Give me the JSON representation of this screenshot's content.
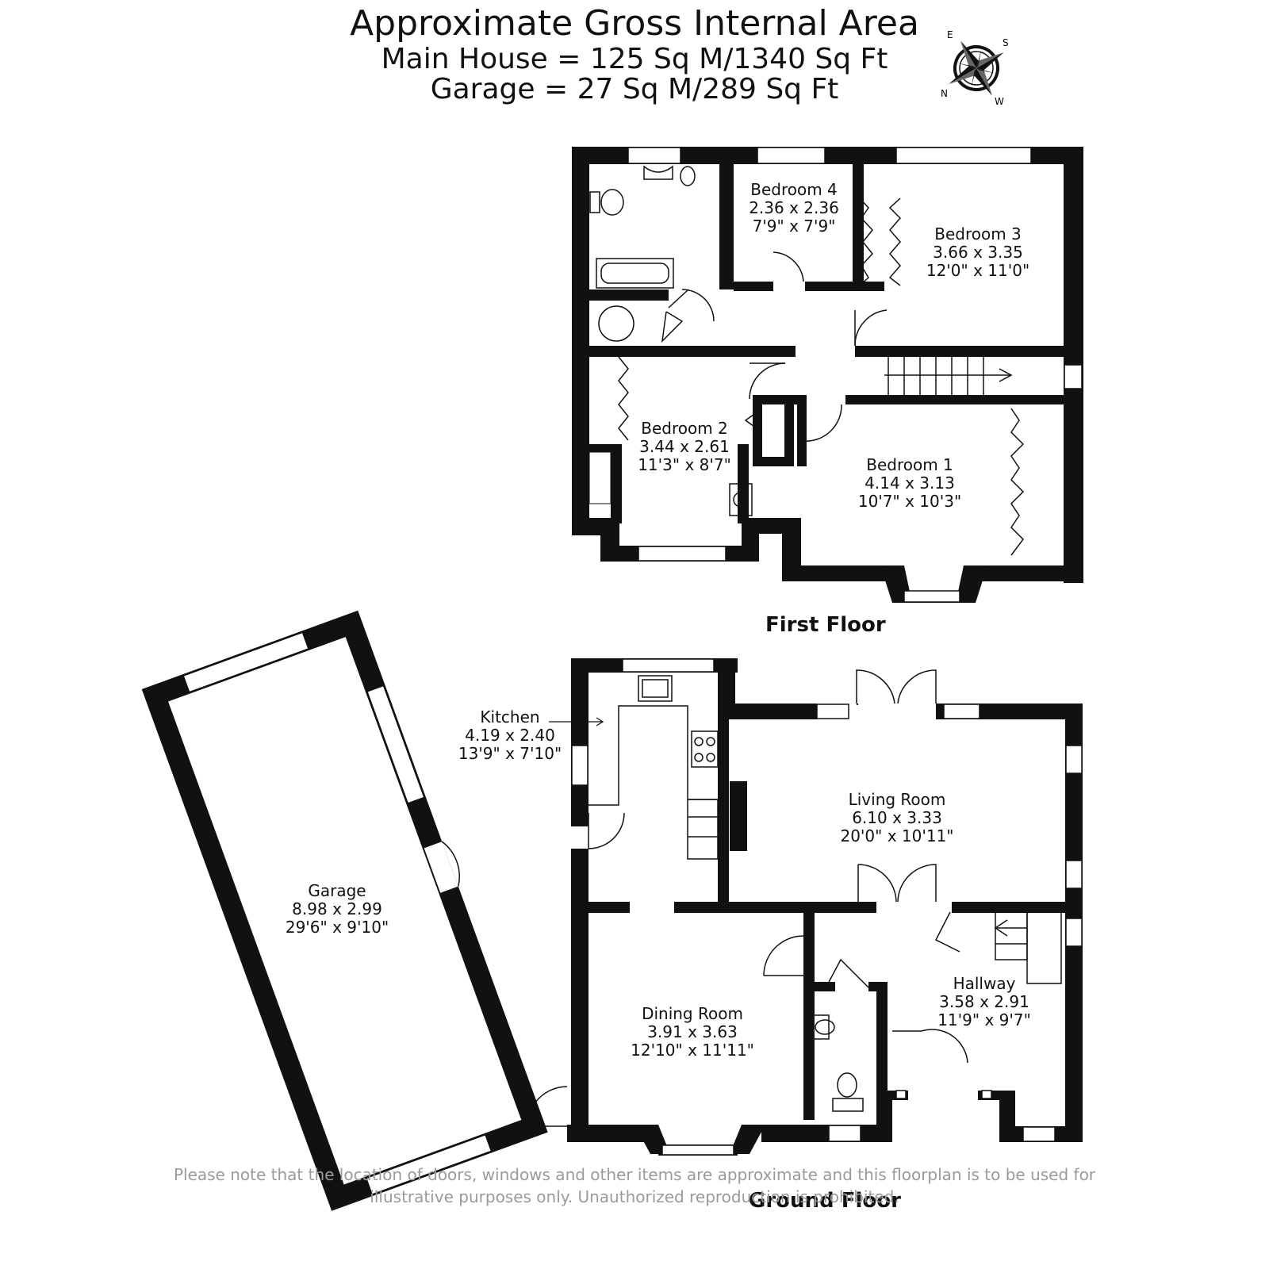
{
  "header": {
    "title": "Approximate Gross Internal Area",
    "main_house": "Main House = 125 Sq M/1340 Sq Ft",
    "garage": "Garage = 27 Sq M/289 Sq Ft"
  },
  "compass": {
    "n": "N",
    "e": "E",
    "s": "S",
    "w": "W"
  },
  "floors": {
    "first": "First Floor",
    "ground": "Ground Floor"
  },
  "rooms": {
    "bedroom4": {
      "name": "Bedroom 4",
      "metric": "2.36 x 2.36",
      "imperial": "7'9\" x 7'9\""
    },
    "bedroom3": {
      "name": "Bedroom 3",
      "metric": "3.66 x 3.35",
      "imperial": "12'0\" x 11'0\""
    },
    "bedroom2": {
      "name": "Bedroom 2",
      "metric": "3.44 x 2.61",
      "imperial": "11'3\" x 8'7\""
    },
    "bedroom1": {
      "name": "Bedroom 1",
      "metric": "4.14 x 3.13",
      "imperial": "10'7\" x 10'3\""
    },
    "kitchen": {
      "name": "Kitchen",
      "metric": "4.19 x 2.40",
      "imperial": "13'9\" x 7'10\""
    },
    "living": {
      "name": "Living Room",
      "metric": "6.10 x 3.33",
      "imperial": "20'0\" x 10'11\""
    },
    "garage": {
      "name": "Garage",
      "metric": "8.98 x 2.99",
      "imperial": "29'6\" x 9'10\""
    },
    "dining": {
      "name": "Dining Room",
      "metric": "3.91 x 3.63",
      "imperial": "12'10\" x 11'11\""
    },
    "hallway": {
      "name": "Hallway",
      "metric": "3.58 x 2.91",
      "imperial": "11'9\" x 9'7\""
    }
  },
  "disclaimer": "Please note that the location of doors, windows and other items are approximate and this floorplan is to be used for illustrative purposes only. Unauthorized reproduction is prohibited."
}
